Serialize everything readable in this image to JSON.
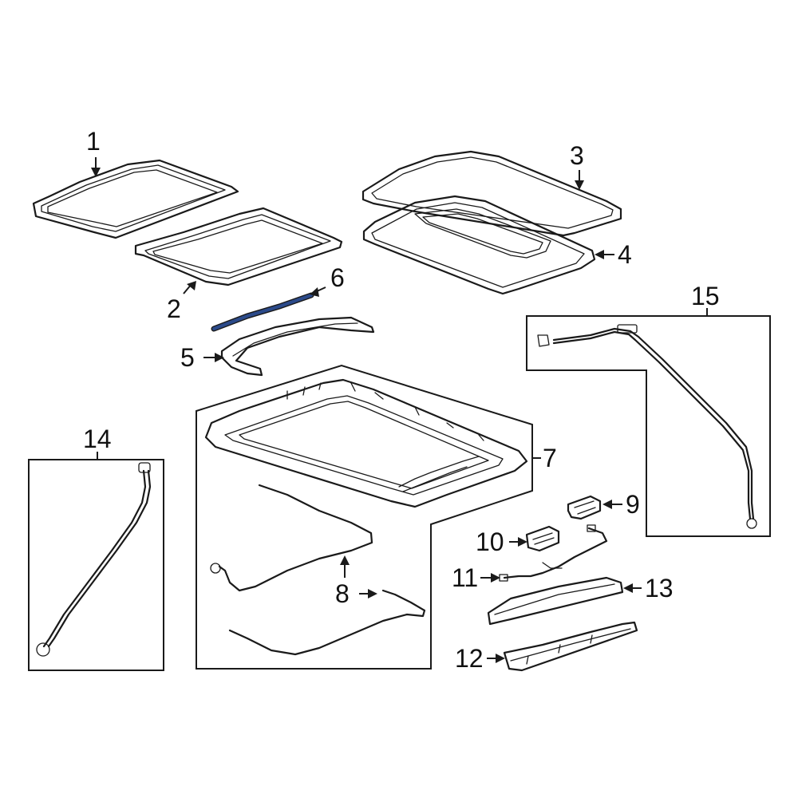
{
  "diagram": {
    "highlight_color": "#2b4a8a",
    "line_color": "#1a1a1a",
    "callouts": {
      "c1": "1",
      "c2": "2",
      "c3": "3",
      "c4": "4",
      "c5": "5",
      "c6": "6",
      "c7": "7",
      "c8": "8",
      "c9": "9",
      "c10": "10",
      "c11": "11",
      "c12": "12",
      "c13": "13",
      "c14": "14",
      "c15": "15"
    }
  }
}
